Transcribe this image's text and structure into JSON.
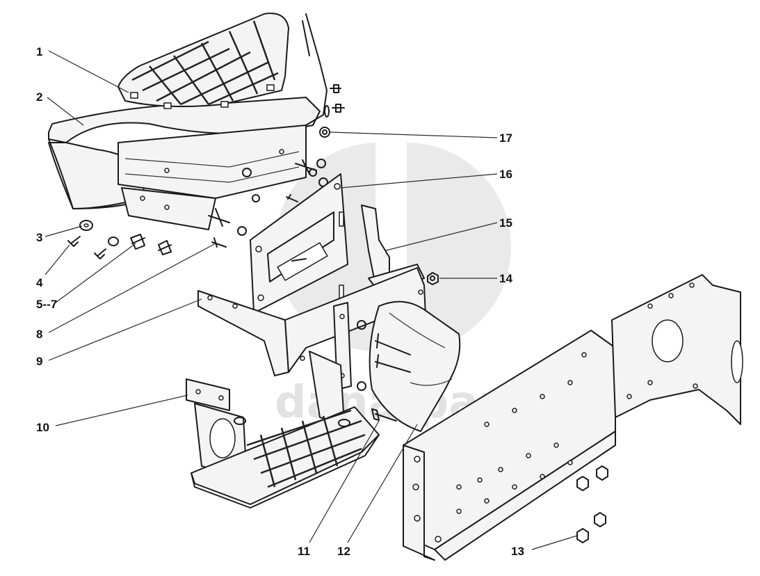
{
  "watermark": {
    "logo_icon": "dp-logo-watermark",
    "text": "dana-parts"
  },
  "callouts": {
    "c1": "1",
    "c2": "2",
    "c3": "3",
    "c4": "4",
    "c5_7": "5--7",
    "c8": "8",
    "c9": "9",
    "c10": "10",
    "c11": "11",
    "c12": "12",
    "c13": "13",
    "c14": "14",
    "c15": "15",
    "c16": "16",
    "c17": "17"
  },
  "colors": {
    "line": "#1a1a1a",
    "watermark": "#d9d9d9",
    "background": "#ffffff"
  }
}
